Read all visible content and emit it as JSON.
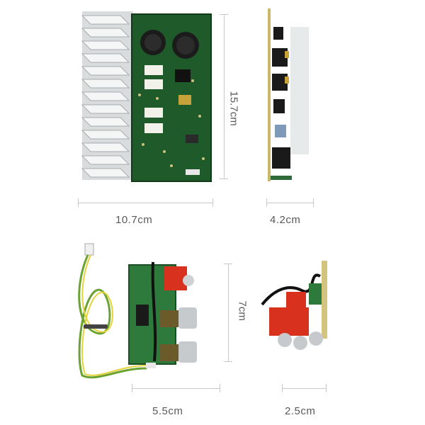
{
  "dimensions": {
    "amp_width": "10.7cm",
    "amp_height": "15.7cm",
    "amp_depth": "4.2cm",
    "tone_width": "5.5cm",
    "tone_height": "7cm",
    "tone_depth": "2.5cm"
  },
  "colors": {
    "board_green": "#1f5a2a",
    "heatsink": "#d9dcdd",
    "dim_line": "#c8c8c8",
    "rca_red": "#d8321e",
    "wire_green": "#6aa332",
    "wire_yellow": "#e6d23a"
  }
}
